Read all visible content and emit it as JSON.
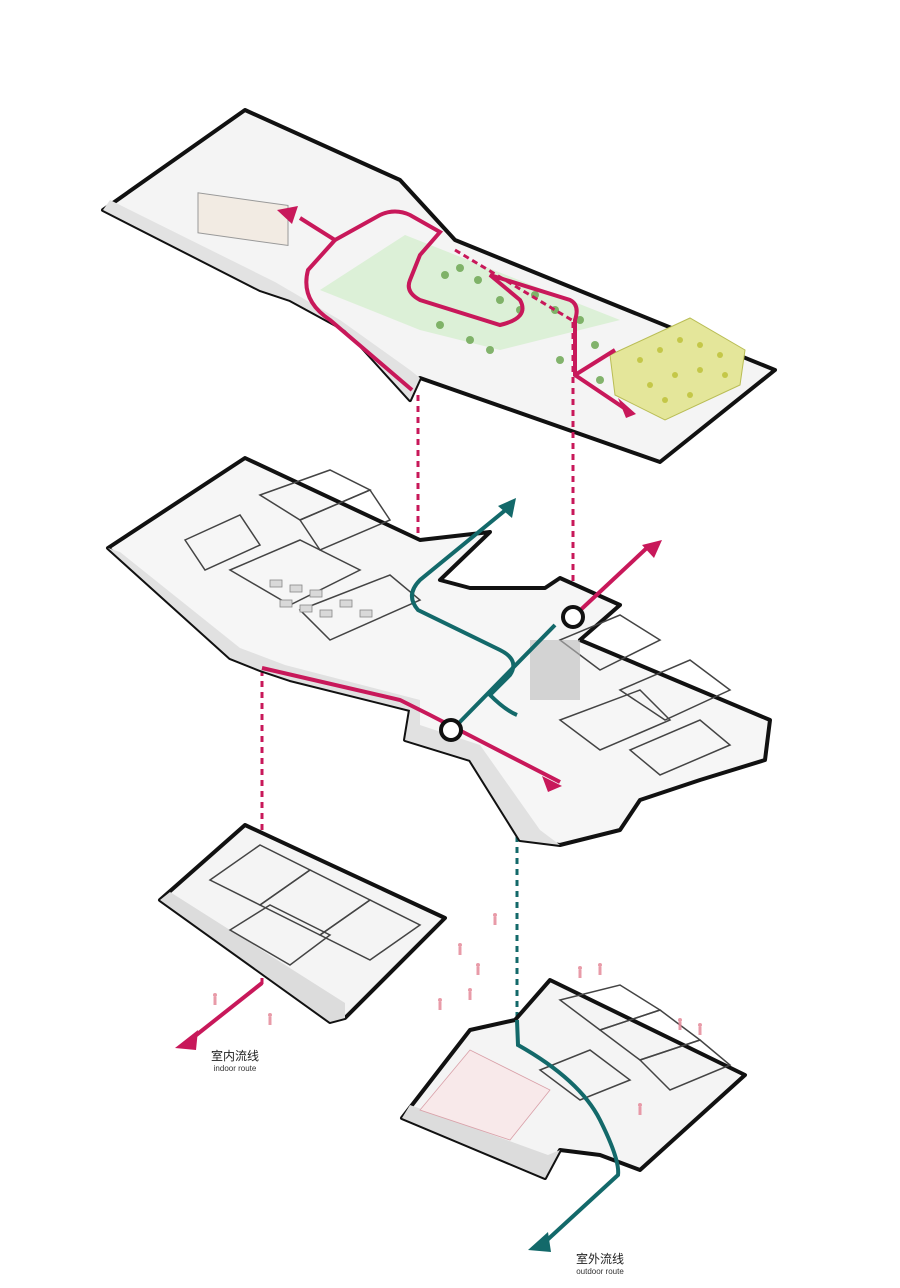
{
  "legend": {
    "indoor": {
      "zh": "室内流线",
      "en": "indoor route",
      "color": "#c8185a"
    },
    "outdoor": {
      "zh": "室外流线",
      "en": "outdoor route",
      "color": "#13696a"
    }
  },
  "colors": {
    "indoor_route": "#c8185a",
    "outdoor_route": "#13696a",
    "outline": "#111111",
    "floor_fill": "#f3f3f3",
    "garden_light": "#d6efd0",
    "garden_tree": "#6fa855",
    "garden_yellow": "#d9dc7a",
    "people": "#e58a9a"
  },
  "icons": [
    "indoor-route-arrow-icon",
    "outdoor-route-arrow-icon",
    "connection-node-icon"
  ]
}
